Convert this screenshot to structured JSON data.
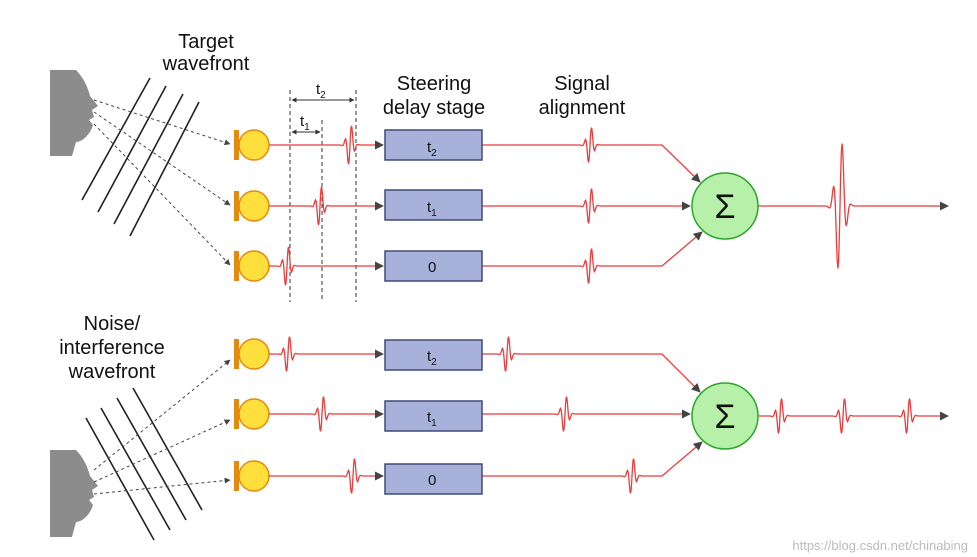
{
  "labels": {
    "target_line1": "Target",
    "target_line2": "wavefront",
    "noise_line1": "Noise/",
    "noise_line2": "interference",
    "noise_line3": "wavefront",
    "steering_line1": "Steering",
    "steering_line2": "delay stage",
    "alignment_line1": "Signal",
    "alignment_line2": "alignment",
    "t2_main": "t",
    "t2_sub": "2",
    "t1_main": "t",
    "t1_sub": "1",
    "sum_symbol": "Σ",
    "watermark": "https://blog.csdn.net/chinabing"
  },
  "delay_boxes": {
    "top": [
      {
        "main": "t",
        "sub": "2"
      },
      {
        "main": "t",
        "sub": "1"
      },
      {
        "main": "0",
        "sub": ""
      }
    ],
    "bottom": [
      {
        "main": "t",
        "sub": "2"
      },
      {
        "main": "t",
        "sub": "1"
      },
      {
        "main": "0",
        "sub": ""
      }
    ]
  },
  "colors": {
    "signal": "#ee3b3b",
    "box_fill": "#a7b1d9",
    "box_stroke": "#404a78",
    "sensor_fill": "#ffdf3c",
    "sensor_stroke": "#e48a10",
    "sum_fill": "#b7f0a8",
    "sum_stroke": "#2aa62a",
    "face": "#8c8c8c",
    "arrow": "#444444"
  }
}
